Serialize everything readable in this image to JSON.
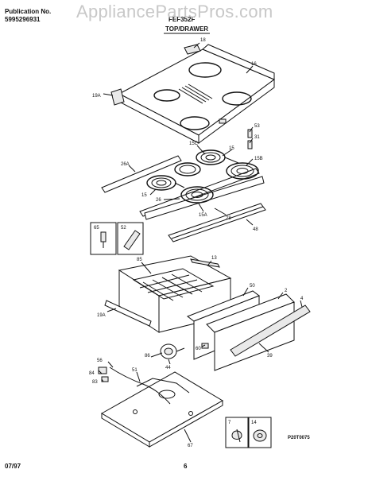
{
  "header": {
    "publication_label": "Publication No.",
    "publication_number": "5995296931",
    "model_text": "FEF352F",
    "section_title": "TOP/DRAWER"
  },
  "watermark": "AppliancePartsPros.com",
  "footer": {
    "date": "07/97",
    "page": "6",
    "diagram_code": "P20T0075"
  },
  "callouts": {
    "c18": "18",
    "c16": "16",
    "c19a": "19A",
    "c53": "53",
    "c31": "31",
    "c15c": "15C",
    "c15": "15",
    "c15b": "15B",
    "c26a": "26A",
    "c15b2": "15",
    "c26": "26",
    "c15a": "15A",
    "c28": "28",
    "c48": "48",
    "c65": "65",
    "c52": "52",
    "c85": "85",
    "c13": "13",
    "c50": "50",
    "c2": "2",
    "c4": "4",
    "c19a2": "19A",
    "c60": "60",
    "c39": "39",
    "c86": "86",
    "c44": "44",
    "c56": "56",
    "c51": "51",
    "c84": "84",
    "c83": "83",
    "c67": "67",
    "c7": "7",
    "c14": "14"
  }
}
